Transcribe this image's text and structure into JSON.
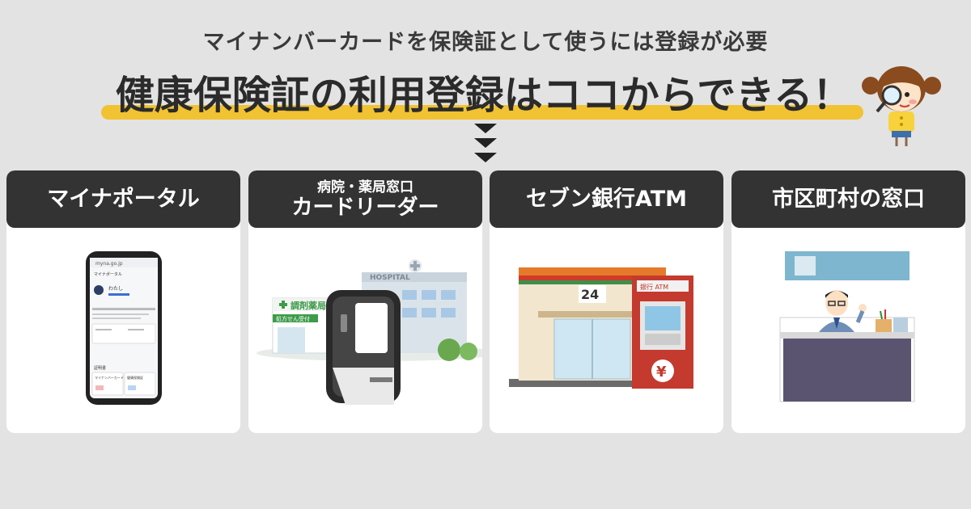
{
  "header": {
    "subtitle": "マイナンバーカードを保険証として使うには登録が必要",
    "headline": "健康保険証の利用登録はココからできる！"
  },
  "cards": [
    {
      "title": "マイナポータル"
    },
    {
      "pre_title": "病院・薬局窓口",
      "title": "カードリーダー"
    },
    {
      "title": "セブン銀行ATM"
    },
    {
      "title": "市区町村の窓口"
    }
  ],
  "illustrations": {
    "phone": {
      "url_text": "myna.go.jp",
      "app_name": "マイナポータル",
      "user_name": "わたし",
      "section": "証明書",
      "item1": "マイナンバーカード",
      "item2": "健康保険証"
    },
    "pharmacy_sign": "調剤薬局",
    "prescription_sign": "処方せん受付",
    "hospital_sign": "HOSPITAL",
    "store_sign": "24",
    "atm_sign": "銀行 ATM",
    "atm_symbol": "¥"
  },
  "colors": {
    "accent": "#f1c232",
    "card_header": "#333333",
    "background": "#e3e3e3"
  }
}
